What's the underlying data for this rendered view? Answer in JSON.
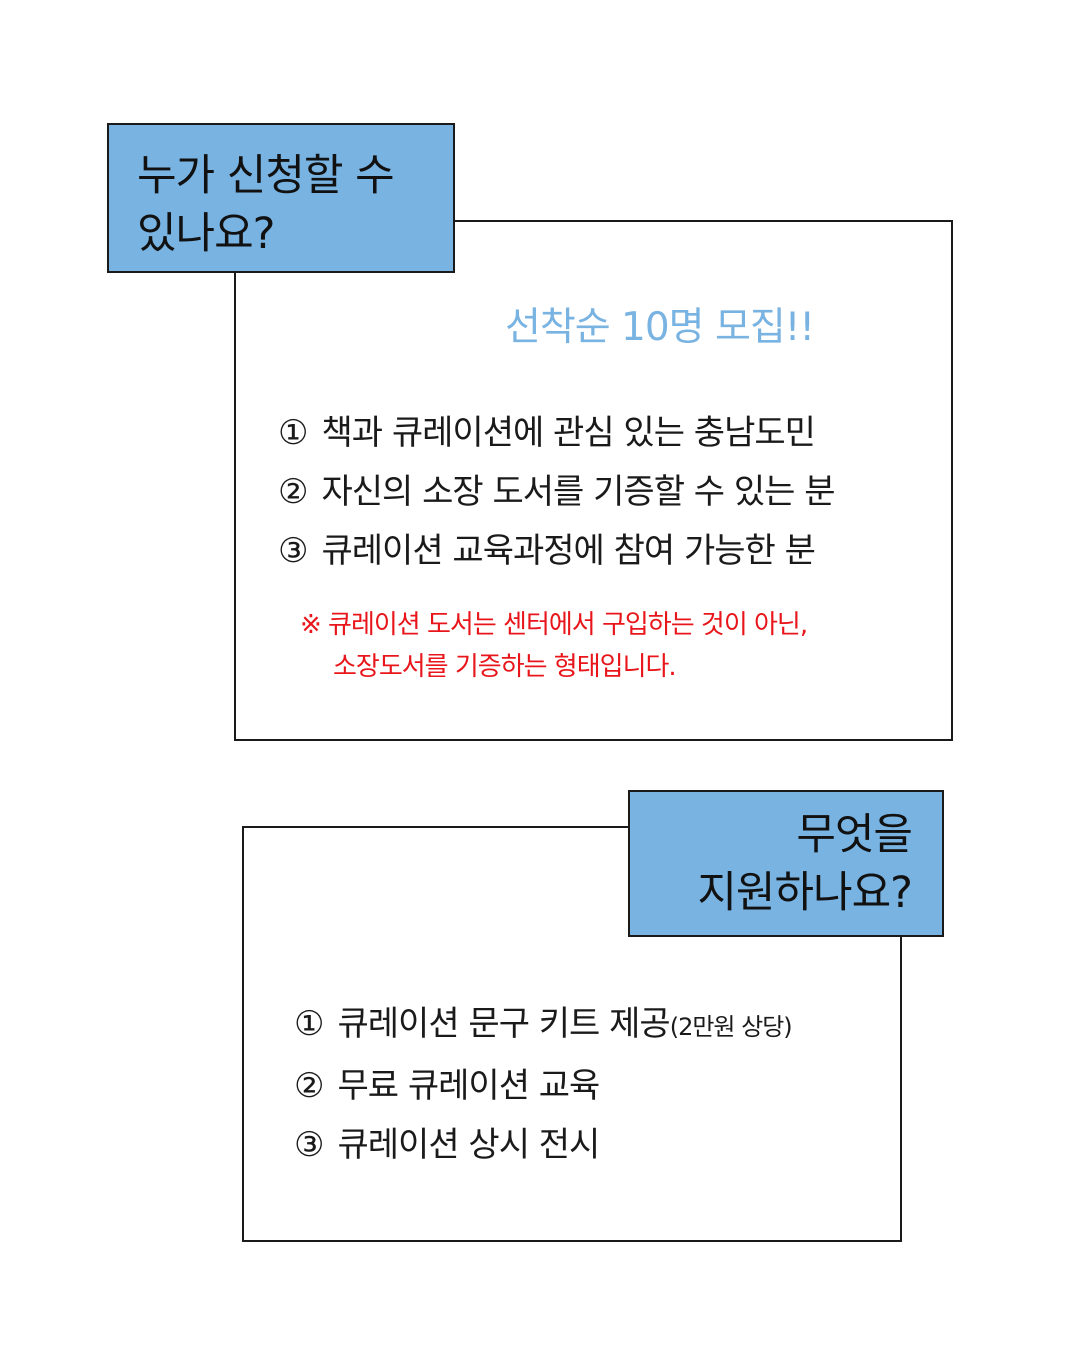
{
  "section1": {
    "heading_lines": [
      "누가 신청할 수",
      "있나요?"
    ],
    "highlight": "선착순 10명 모집!!",
    "items": [
      {
        "num": "①",
        "text": "책과 큐레이션에 관심 있는 충남도민"
      },
      {
        "num": "②",
        "text": "자신의 소장 도서를 기증할 수 있는 분"
      },
      {
        "num": "③",
        "text": "큐레이션 교육과정에 참여 가능한 분"
      }
    ],
    "note_lines": [
      "※ 큐레이션 도서는 센터에서 구입하는 것이 아닌,",
      "소장도서를 기증하는 형태입니다."
    ]
  },
  "section2": {
    "heading_lines": [
      "무엇을",
      "지원하나요?"
    ],
    "items": [
      {
        "num": "①",
        "text": "큐레이션 문구 키트 제공",
        "small": "(2만원 상당)"
      },
      {
        "num": "②",
        "text": "무료 큐레이션 교육",
        "small": ""
      },
      {
        "num": "③",
        "text": "큐레이션 상시 전시",
        "small": ""
      }
    ]
  },
  "colors": {
    "tag_background": "#78b3e2",
    "highlight_text": "#78b3e2",
    "note_text": "#e8161b",
    "border": "#1a1a1a"
  }
}
